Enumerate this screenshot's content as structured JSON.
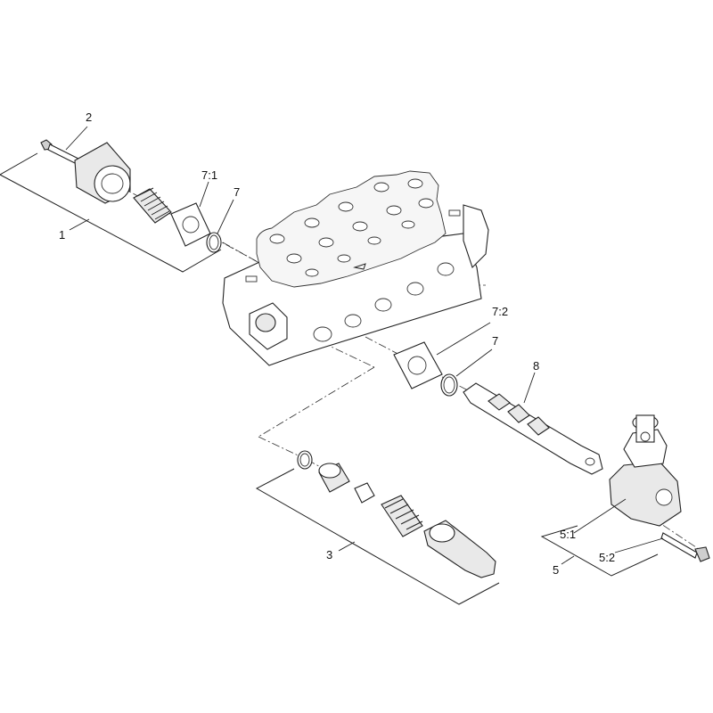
{
  "diagram": {
    "labels": {
      "item_1": "1",
      "item_2": "2",
      "item_7_1": "7:1",
      "item_7_a": "7",
      "item_7_2": "7:2",
      "item_7_b": "7",
      "item_8": "8",
      "item_3": "3",
      "item_5": "5",
      "item_5_1": "5:1",
      "item_5_2": "5:2"
    }
  }
}
